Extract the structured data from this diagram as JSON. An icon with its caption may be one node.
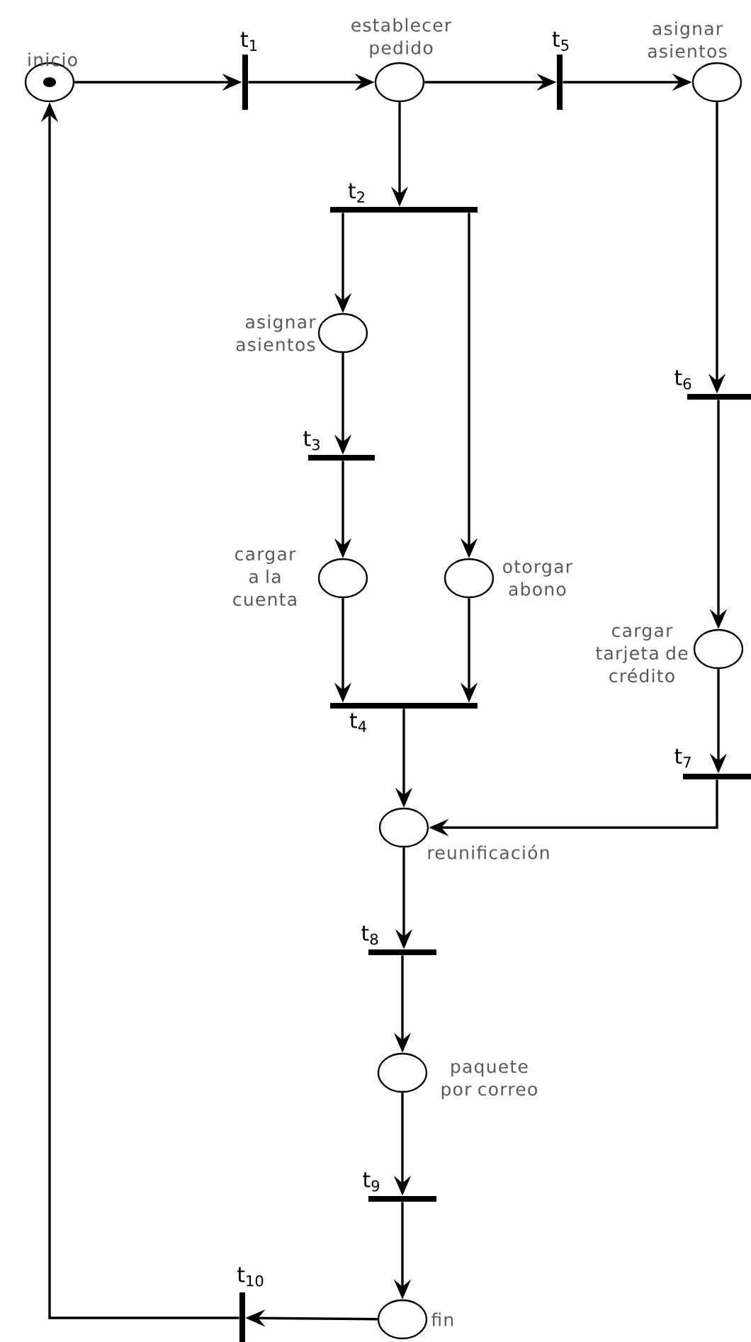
{
  "diagram": {
    "nodes": [
      {
        "text": [
          "inicio"
        ]
      },
      {
        "text": [
          "t$_{1}$"
        ]
      },
      {
        "text": [
          "establecer pedido"
        ]
      },
      {
        "text": [
          "t$_{5}$"
        ]
      },
      {
        "text": [
          "asignar asientos"
        ]
      },
      {
        "text": [
          "t$_{2}$"
        ]
      },
      {
        "text": [
          "asignar asientos"
        ]
      },
      {
        "text": [
          "t$_{3}$"
        ]
      },
      {
        "text": [
          "cargar a la cuenta"
        ]
      },
      {
        "text": [
          "otorgar abono"
        ]
      },
      {
        "text": [
          "t$_{4}$"
        ]
      },
      {
        "text": [
          "t$_{6}$"
        ]
      },
      {
        "text": [
          "cargar tarjeta de crédito"
        ]
      },
      {
        "text": [
          "t$_{7}$"
        ]
      },
      {
        "text": [
          "reunificación"
        ]
      },
      {
        "text": [
          "t$_{8}$"
        ]
      },
      {
        "text": [
          "paquete por correo"
        ]
      },
      {
        "text": [
          "t$_{9}$"
        ]
      },
      {
        "text": [
          "fin"
        ]
      },
      {
        "text": [
          "t$_{10}$"
        ]
      }
    ],
    "edges": [
      {
        "from": 0,
        "to": 1,
        "arrow": "to"
      },
      {
        "from": 1,
        "to": 2,
        "arrow": "to"
      },
      {
        "from": 2,
        "to": 3,
        "arrow": "to"
      },
      {
        "from": 3,
        "to": 4,
        "arrow": "to"
      },
      {
        "from": 2,
        "to": 5,
        "arrow": "to"
      },
      {
        "from": 5,
        "to": 6,
        "arrow": "to"
      },
      {
        "from": 5,
        "to": 9,
        "arrow": "to"
      },
      {
        "from": 6,
        "to": 7,
        "arrow": "to"
      },
      {
        "from": 7,
        "to": 8,
        "arrow": "to"
      },
      {
        "from": 8,
        "to": 10,
        "arrow": "to"
      },
      {
        "from": 9,
        "to": 10,
        "arrow": "to"
      },
      {
        "from": 10,
        "to": 14,
        "arrow": "to"
      },
      {
        "from": 4,
        "to": 11,
        "arrow": "to"
      },
      {
        "from": 11,
        "to": 12,
        "arrow": "to"
      },
      {
        "from": 12,
        "to": 13,
        "arrow": "to"
      },
      {
        "from": 13,
        "to": 14,
        "arrow": "to"
      },
      {
        "from": 14,
        "to": 15,
        "arrow": "to"
      },
      {
        "from": 15,
        "to": 16,
        "arrow": "to"
      },
      {
        "from": 16,
        "to": 17,
        "arrow": "to"
      },
      {
        "from": 17,
        "to": 18,
        "arrow": "to"
      },
      {
        "from": 18,
        "to": 19,
        "arrow": "to"
      },
      {
        "from": 19,
        "to": 0,
        "arrow": "to"
      }
    ]
  }
}
